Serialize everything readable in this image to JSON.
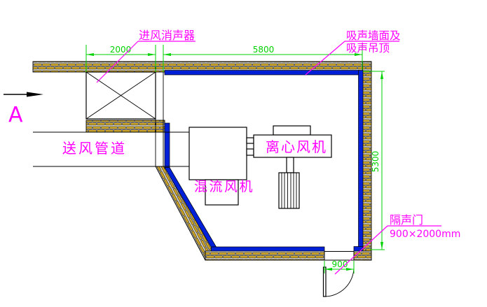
{
  "drawing": {
    "title_labels": {
      "intake_silencer": "进风消声器",
      "absorbing_wall_line1": "吸声墙面及",
      "absorbing_wall_line2": "吸声吊顶",
      "supply_duct": "送风管道",
      "mixed_flow_fan": "混流风机",
      "centrifugal_fan": "离心风机",
      "soundproof_door": "隔声门",
      "soundproof_door_size": "900×2000mm",
      "section_mark": "A"
    },
    "dimensions": {
      "silencer_width": "2000",
      "room_width": "5800",
      "room_depth": "5300",
      "door_width": "900"
    },
    "colors": {
      "label": "#FF00FF",
      "dimension": "#00D200",
      "lining": "#0020D8",
      "brick": "#C9A227"
    }
  }
}
